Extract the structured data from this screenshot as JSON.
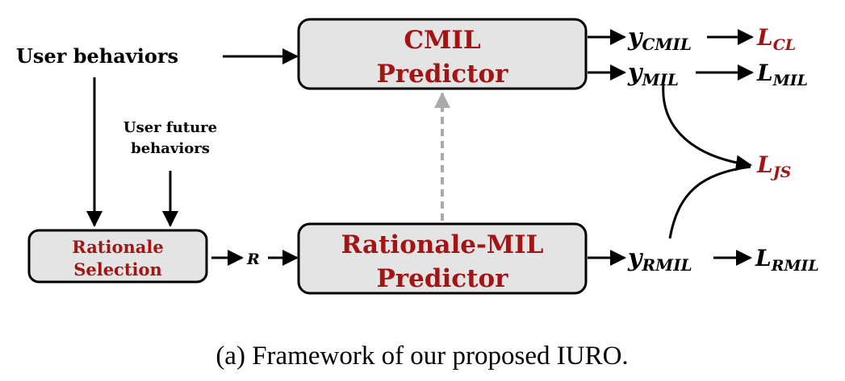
{
  "inputs": {
    "user_behaviors": "User behaviors",
    "user_future_line1": "User future",
    "user_future_line2": "behaviors"
  },
  "boxes": {
    "cmil_line1": "CMIL",
    "cmil_line2": "Predictor",
    "rationale_sel_line1": "Rationale",
    "rationale_sel_line2": "Selection",
    "rmil_line1": "Rationale-MIL",
    "rmil_line2": "Predictor"
  },
  "outputs": {
    "r_label": "R",
    "y_cmil_base": "y",
    "y_cmil_sub": "CMIL",
    "y_mil_base": "y",
    "y_mil_sub": "MIL",
    "y_rmil_base": "y",
    "y_rmil_sub": "RMIL"
  },
  "losses": {
    "l_cl_base": "L",
    "l_cl_sub": "CL",
    "l_mil_base": "L",
    "l_mil_sub": "MIL",
    "l_js_base": "L",
    "l_js_sub": "JS",
    "l_rmil_base": "L",
    "l_rmil_sub": "RMIL"
  },
  "caption": "(a) Framework of our proposed IURO.",
  "colors": {
    "box_fill": "#e4e4e4",
    "accent_red": "#a31515",
    "dashed_gray": "#aaaaaa",
    "ink": "#000000"
  }
}
